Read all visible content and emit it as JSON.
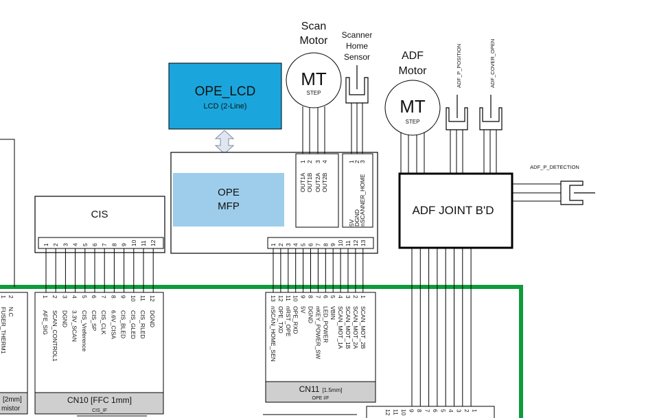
{
  "scan_motor": {
    "title_line1": "Scan",
    "title_line2": "Motor",
    "symbol": "MT",
    "sub": "STEP"
  },
  "scanner_home_sensor": {
    "line1": "Scanner",
    "line2": "Home",
    "line3": "Sensor"
  },
  "adf_motor": {
    "title_line1": "ADF",
    "title_line2": "Motor",
    "symbol": "MT",
    "sub": "STEP"
  },
  "adf_p_position": "ADF_P_POSITION",
  "adf_cover_open": "ADF_COVER_OPEN",
  "adf_p_detection": "ADF_P_DETECTION",
  "ope_lcd": {
    "title": "OPE_LCD",
    "sub": "LCD (2-Line)",
    "color": "#1aa6dc"
  },
  "ope_mfp": {
    "line1": "OPE",
    "line2": "MFP",
    "color": "#9dcdea"
  },
  "scan_motor_connector": {
    "pins": [
      "1",
      "2",
      "3",
      "4"
    ],
    "signals": [
      "OUT1A",
      "OUT1B",
      "OUT2A",
      "OUT2B"
    ]
  },
  "home_sensor_connector": {
    "pins": [
      "1",
      "2",
      "3"
    ],
    "signals": [
      "5V",
      "DGND",
      "nSCANNER_HOME"
    ]
  },
  "ope_pins": [
    "1",
    "2",
    "3",
    "4",
    "5",
    "6",
    "7",
    "8",
    "9",
    "10",
    "11",
    "12",
    "13"
  ],
  "cis": {
    "title": "CIS",
    "pins": [
      "1",
      "2",
      "3",
      "4",
      "5",
      "6",
      "7",
      "8",
      "9",
      "10",
      "11",
      "12"
    ]
  },
  "adf_joint": {
    "title": "ADF JOINT B'D"
  },
  "cn10": {
    "pins": [
      "1",
      "2",
      "3",
      "4",
      "5",
      "6",
      "7",
      "8",
      "9",
      "10",
      "11",
      "12"
    ],
    "signals": [
      "AFE_SIG",
      "SCAN_CONTROL1",
      "DGND",
      "3.3V_SCAN",
      "CIS_Vreference",
      "CIS_SP",
      "CIS_CLK",
      "6.6V_CISA",
      "CIS_BLED",
      "CIS_GLED",
      "CIS_RLED",
      "DGND"
    ],
    "label": "CN10 [FFC 1mm]",
    "sublabel": "CIS_IF"
  },
  "cn11": {
    "pins": [
      "13",
      "12",
      "11",
      "10",
      "9",
      "8",
      "7",
      "6",
      "5",
      "4",
      "3",
      "2",
      "1"
    ],
    "signals": [
      "nSCAN_HOME_SEN",
      "OPE_TXD",
      "nRST_OPE",
      "OPE_RXD",
      "5V",
      "DGND",
      "nKEY_POWER_SW",
      "LED_POWER",
      "VBIN",
      "SCAN_MOT_1A",
      "SCAN_MOT_1B",
      "SCAN_MOT_2A",
      "SCAN_MOT_2B"
    ],
    "label": "CN11",
    "size": "[1.5mm]",
    "sublabel": "OPE I/F"
  },
  "thermistor": {
    "pins": [
      "1",
      "2"
    ],
    "signals": [
      "FUSER_THERM1",
      "N.C"
    ],
    "label_fragment": "[2mm]",
    "sublabel_fragment": "mistor"
  },
  "bottom_right_pins": [
    "12",
    "11",
    "10",
    "9",
    "8",
    "7",
    "6",
    "5",
    "4",
    "3",
    "2",
    "1"
  ],
  "colors": {
    "bus_green": "#0f9a3c",
    "pin1_red": "#e0302a",
    "footer_gray": "#cfcfcf",
    "connector_arrow": "#dfe6f0"
  }
}
